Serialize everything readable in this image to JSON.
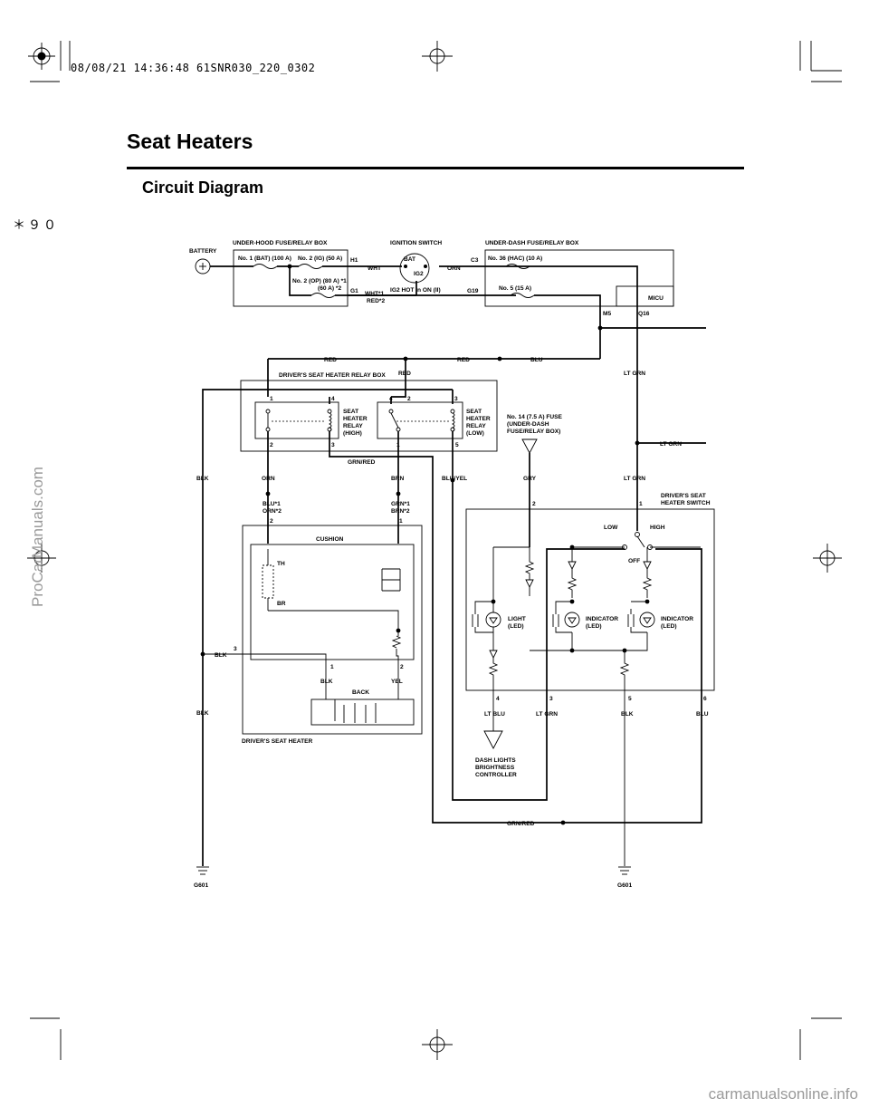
{
  "page": {
    "title": "Seat Heaters",
    "subtitle": "Circuit Diagram",
    "stamp": "08/08/21 14:36:48 61SNR030_220_0302",
    "page_number": "＊９０",
    "side_watermark": "ProCarManuals.com",
    "footer_watermark": "carmanualsonline.info"
  },
  "diagram": {
    "battery": "BATTERY",
    "under_hood_box": "UNDER-HOOD FUSE/RELAY BOX",
    "fuse_bat": "No. 1 (BAT) (100 A)",
    "fuse_ig": "No. 2 (IG) (50 A)",
    "fuse_op_1": "No. 2 (OP) (80 A) *1",
    "fuse_op_2": "(60 A) *2",
    "h1": "H1",
    "g1": "G1",
    "wht": "WHT",
    "wht_1": "WHT*1",
    "red_2": "RED*2",
    "ignition_switch": "IGNITION SWITCH",
    "bat": "BAT",
    "ig2": "IG2",
    "ig2_hot": "IG2 HOT in ON (II)",
    "orn": "ORN",
    "c3": "C3",
    "g19": "G19",
    "under_dash_box": "UNDER-DASH FUSE/RELAY BOX",
    "fuse_hac": "No. 36 (HAC) (10 A)",
    "fuse_5": "No. 5 (15 A)",
    "micu": "MICU",
    "m5": "M5",
    "q16": "Q16",
    "red": "RED",
    "blu": "BLU",
    "lt_grn": "LT GRN",
    "relay_box": "DRIVER'S SEAT HEATER RELAY BOX",
    "relay_high": [
      "SEAT",
      "HEATER",
      "RELAY",
      "(HIGH)"
    ],
    "relay_low": [
      "SEAT",
      "HEATER",
      "RELAY",
      "(LOW)"
    ],
    "fuse_14": [
      "No. 14 (7.5 A) FUSE",
      "(UNDER-DASH",
      "FUSE/RELAY BOX)"
    ],
    "grn_red": "GRN/RED",
    "blk": "BLK",
    "brn": "BRN",
    "blu_yel": "BLU/YEL",
    "gry": "GRY",
    "blu_1": "BLU*1",
    "orn_2": "ORN*2",
    "grn_1": "GRN*1",
    "brn_2": "BRN*2",
    "switch_title": [
      "DRIVER'S SEAT",
      "HEATER SWITCH"
    ],
    "low": "LOW",
    "high": "HIGH",
    "off": "OFF",
    "light_led": [
      "LIGHT",
      "(LED)"
    ],
    "indicator_led": [
      "INDICATOR",
      "(LED)"
    ],
    "cushion": "CUSHION",
    "th": "TH",
    "br": "BR",
    "back": "BACK",
    "yel": "YEL",
    "seat_heater": "DRIVER'S SEAT HEATER",
    "lt_blu": "LT BLU",
    "dash_lights": [
      "DASH LIGHTS",
      "BRIGHTNESS",
      "CONTROLLER"
    ],
    "g601": "G601",
    "pins": {
      "p1": "1",
      "p2": "2",
      "p3": "3",
      "p4": "4",
      "p5": "5",
      "p6": "6"
    }
  }
}
